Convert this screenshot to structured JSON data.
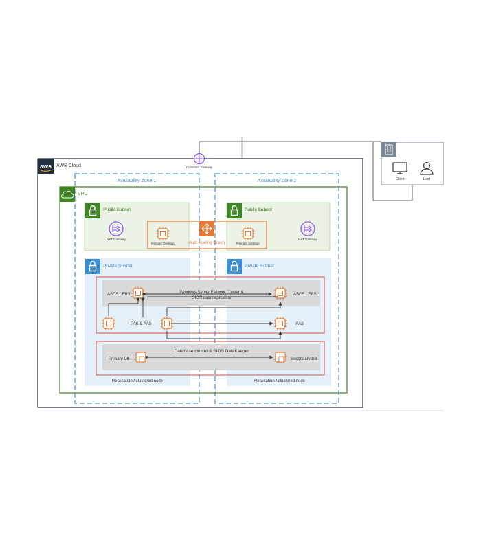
{
  "cloud": {
    "label": "AWS Cloud",
    "logo_text": "aws"
  },
  "customer_gateway": {
    "label": "Customer Gateway"
  },
  "onprem": {
    "client_label": "Client",
    "user_label": "User"
  },
  "vpc": {
    "label": "VPC"
  },
  "zones": {
    "zone1": "Availability Zone 1",
    "zone2": "Availability Zone 2"
  },
  "public_subnets": {
    "left": "Public Subnet",
    "right": "Public Subnet"
  },
  "nat": {
    "left": "NAT Gateway",
    "right": "NAT Gateway"
  },
  "remote_desktop": {
    "left": "Remote Desktop",
    "right": "Remote Desktop"
  },
  "auto_scaling": {
    "label": "Auto Scaling Group"
  },
  "private_subnets": {
    "left": "Private Subnet",
    "right": "Private Subnet"
  },
  "cluster": {
    "line1": "Windows Server Failover Cluster &",
    "line2": "SIOS data replication"
  },
  "nodes": {
    "ascs_left": "ASCS / ERS",
    "ascs_right": "ASCS / ERS",
    "pas_aas": "PAS & AAS",
    "aas": "AAS"
  },
  "database": {
    "label": "Database cluster & SIOS DataKeeper",
    "primary": "Primary DB",
    "secondary": "Secondary DB"
  },
  "replication": {
    "left": "Replication / clustered node",
    "right": "Replication / clustered node"
  },
  "colors": {
    "aws_border": "#232f3e",
    "zone_border": "#4d8fc7",
    "vpc_border": "#3f8624",
    "public_fill": "#ebf3e6",
    "private_fill": "#e6f0f8",
    "cluster_border": "#d84b4b",
    "orange": "#e07b39",
    "ec2": "#e07b39"
  }
}
